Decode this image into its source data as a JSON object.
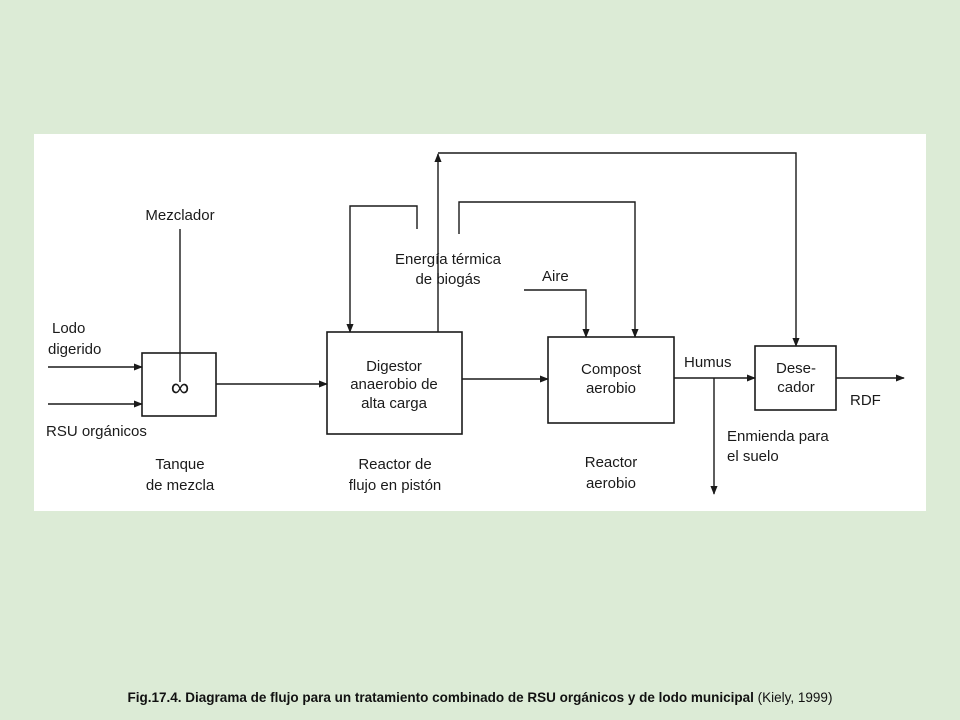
{
  "diagram": {
    "blocks": {
      "mix_tank_symbol": "∞",
      "digester": [
        "Digestor",
        "anaerobio de",
        "alta carga"
      ],
      "compost": [
        "Compost",
        "aerobio"
      ],
      "dryer": [
        "Dese-",
        "cador"
      ]
    },
    "labels": {
      "mixer": "Mezclador",
      "sludge": [
        "Lodo",
        "digerido"
      ],
      "msw": "RSU orgánicos",
      "mix_tank": [
        "Tanque",
        "de mezcla"
      ],
      "biogas_energy": [
        "Energía térmica",
        "de biogás"
      ],
      "air": "Aire",
      "humus": "Humus",
      "rdf": "RDF",
      "soil_amendment": [
        "Enmienda para",
        "el suelo"
      ],
      "plug_flow_reactor": [
        "Reactor de",
        "flujo en pistón"
      ],
      "aerobic_reactor": [
        "Reactor",
        "aerobio"
      ]
    }
  },
  "caption": {
    "main": "Fig.17.4. Diagrama de flujo para un tratamiento combinado de RSU orgánicos y de lodo municipal",
    "source": "(Kiely, 1999)"
  }
}
